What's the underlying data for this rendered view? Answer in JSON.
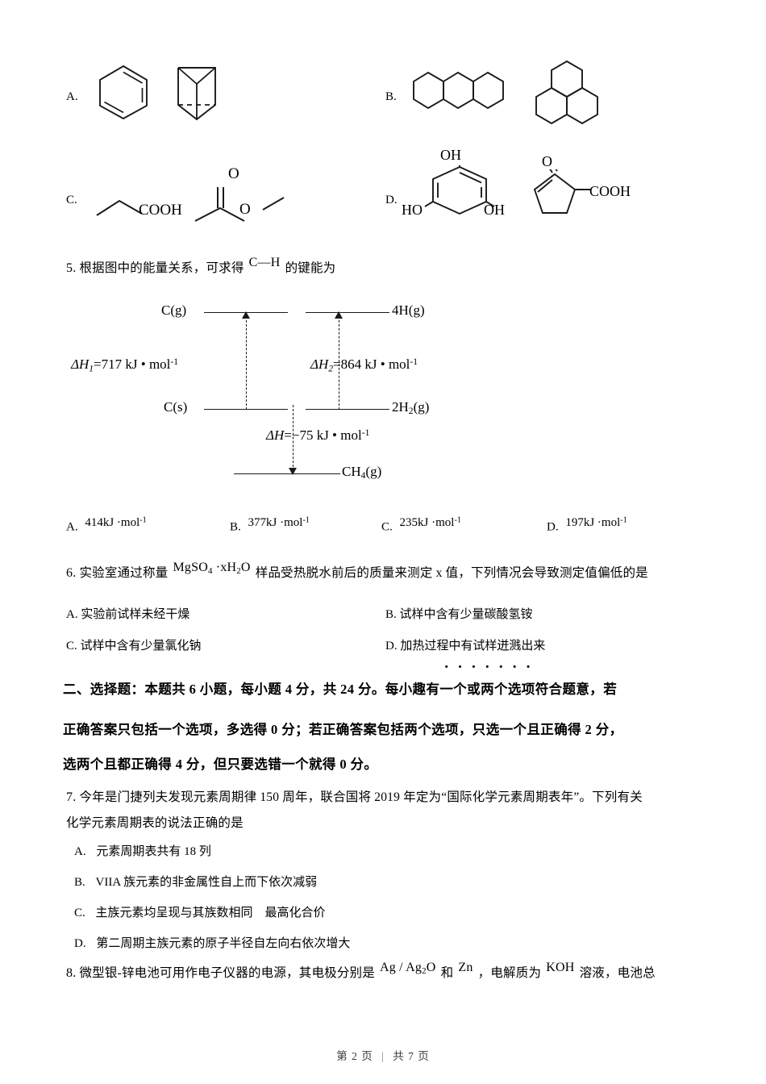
{
  "page": {
    "footer_prefix": "第",
    "footer_page": "2",
    "footer_mid": "页",
    "footer_sep": "|",
    "footer_total_prefix": "共",
    "footer_total": "7",
    "footer_total_suffix": "页"
  },
  "question4_options": {
    "a_label": "A.",
    "b_label": "B.",
    "c_label": "C.",
    "d_label": "D.",
    "a_molecules": [
      "benzene-hexagon",
      "prismane-cage"
    ],
    "b_molecules": [
      "anthracene-three-linear-fused-rings",
      "phenalene-three-angular-fused-rings"
    ],
    "c_molecules": [
      "propanoic-acid",
      "methyl-acetate"
    ],
    "d_molecules": [
      "phloroglucinol",
      "cyclopentenone-carboxylic-acid"
    ],
    "c_text_cooh": "COOH",
    "c_text_o_double": "O",
    "c_text_o_ester": "O",
    "d_text_oh_top": "OH",
    "d_text_ho_left": "HO",
    "d_text_oh_right": "OH",
    "d_text_o_ketone": "O",
    "d_text_cooh": "COOH"
  },
  "question5": {
    "number": "5.",
    "text_before": "根据图中的能量关系，可求得",
    "formula": "C—H",
    "text_after": "的键能为",
    "options": [
      {
        "label": "A.",
        "value": "414kJ ·mol",
        "exp": "-1"
      },
      {
        "label": "B.",
        "value": "377kJ ·mol",
        "exp": "-1"
      },
      {
        "label": "C.",
        "value": "235kJ ·mol",
        "exp": "-1"
      },
      {
        "label": "D.",
        "value": "197kJ ·mol",
        "exp": "-1"
      }
    ]
  },
  "energy_diagram": {
    "levels": [
      {
        "id": "C(g)",
        "label_main": "C",
        "label_state": "(g)"
      },
      {
        "id": "4H(g)",
        "label_main": "4H",
        "label_state": "(g)"
      },
      {
        "id": "C(s)",
        "label_main": "C",
        "label_state": "(s)"
      },
      {
        "id": "2H2(g)",
        "label_main": "2H",
        "label_sub": "2",
        "label_state": "(g)"
      },
      {
        "id": "CH4(g)",
        "label_main": "CH",
        "label_sub": "4",
        "label_state": "(g)"
      }
    ],
    "label_cg": "C(g)",
    "label_4hg": "4H(g)",
    "label_cs": "C(s)",
    "label_2h2g": "2H",
    "label_2h2g_sub": "2",
    "label_2h2g_state": "(g)",
    "label_ch4g": "CH",
    "label_ch4g_sub": "4",
    "label_ch4g_state": "(g)",
    "dh1_symbol": "ΔH",
    "dh1_sub": "1",
    "dh1_value": "=717 kJ • mol",
    "dh1_exp": "-1",
    "dh2_symbol": "ΔH",
    "dh2_sub": "2",
    "dh2_value": "=864 kJ • mol",
    "dh2_exp": "-1",
    "dh_symbol": "ΔH",
    "dh_value": "=−75 kJ • mol",
    "dh_exp": "-1"
  },
  "question6": {
    "number": "6.",
    "text_before": "实验室通过称量",
    "formula_main": "MgSO",
    "formula_sub1": "4",
    "formula_mid": " ·xH",
    "formula_sub2": "2",
    "formula_end": "O",
    "text_after": "样品受热脱水前后的质量来测定 x 值，下列情况会导致测定值偏低的是",
    "options": [
      {
        "label": "A.",
        "text": "实验前试样未经干燥"
      },
      {
        "label": "B.",
        "text": "试样中含有少量碳酸氢铵"
      },
      {
        "label": "C.",
        "text": "试样中含有少量氯化钠"
      },
      {
        "label": "D.",
        "text": "加热过程中有试样迸溅出来"
      }
    ]
  },
  "section2": {
    "line1_pre": "二、选择题：本题共 6 小题，每小题 4 分，共 24 分。每小趣有",
    "line1_emph": "一个或两个选项",
    "line1_post": "符合题意，若",
    "line2": "正确答案只包括一个选项，多选得 0 分；若正确答案包括两个选项，只选一个且正确得 2 分，",
    "line3": "选两个且都正确得 4 分，但只要选错一个就得 0 分。"
  },
  "question7": {
    "number": "7.",
    "line1": "今年是门捷列夫发现元素周期律 150 周年，联合国将 2019 年定为“国际化学元素周期表年”。下列有关",
    "line2": "化学元素周期表的说法正确的是",
    "options": [
      {
        "label": "A.",
        "text": "元素周期表共有 18 列"
      },
      {
        "label": "B.",
        "text": "VIIA 族元素的非金属性自上而下依次减弱"
      },
      {
        "label": "C.",
        "text": "主族元素均呈现与其族数相同　最高化合价"
      },
      {
        "label": "D.",
        "text": "第二周期主族元素的原子半径自左向右依次增大"
      }
    ]
  },
  "question8": {
    "number": "8.",
    "text_before": "微型银-锌电池可用作电子仪器的电源，其电极分别是",
    "formula1_main": "Ag / Ag",
    "formula1_sub": "2",
    "formula1_end": "O",
    "text_mid1": "和",
    "formula2": "Zn",
    "text_mid2": "，电解质为",
    "formula3": "KOH",
    "text_after": "溶液，电池总"
  },
  "colors": {
    "ink": "#000000",
    "line": "#1a1a1a",
    "footer": "#3a3a3a"
  }
}
